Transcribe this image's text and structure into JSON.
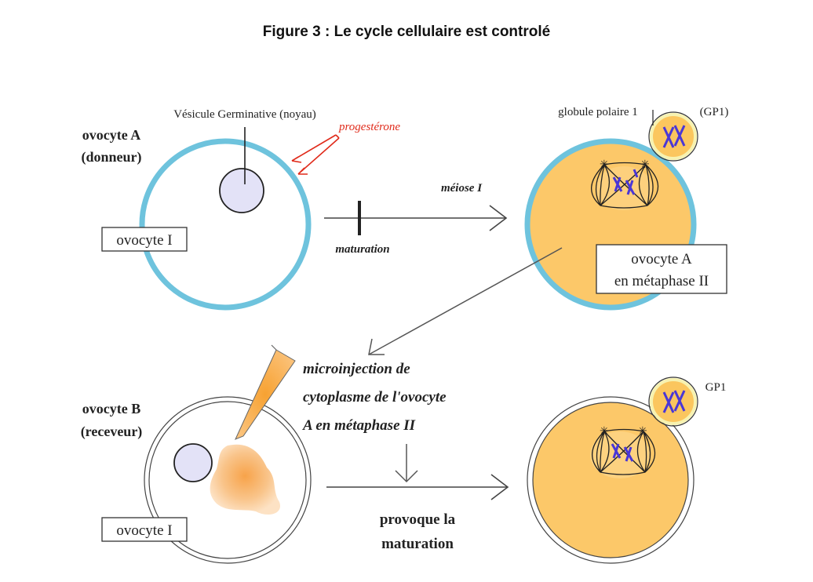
{
  "title": "Figure 3 : Le cycle cellulaire est controlé",
  "labels": {
    "vesicule": "Vésicule Germinative (noyau)",
    "progesterone": "progestérone",
    "ovocyte_a_line1": "ovocyte A",
    "ovocyte_a_line2": "(donneur)",
    "ovocyte_i_top": "ovocyte I",
    "meiose": "méiose I",
    "maturation": "maturation",
    "globule_polaire": "globule polaire 1",
    "gp1_top": "(GP1)",
    "box_a_line1": "ovocyte A",
    "box_a_line2": "en métaphase II",
    "micro_line1": "microinjection de",
    "micro_line2": "cytoplasme de l'ovocyte",
    "micro_line3": "A en métaphase II",
    "ovocyte_b_line1": "ovocyte B",
    "ovocyte_b_line2": "(receveur)",
    "ovocyte_i_bottom": "ovocyte I",
    "provoque_line1": "provoque la",
    "provoque_line2": "maturation",
    "gp1_bottom": "GP1"
  },
  "colors": {
    "membrane_blue": "#6ec3dd",
    "cytoplasm_orange": "#fcc869",
    "nucleus_fill": "#e3e2f7",
    "chromosome_purple": "#4a37d6",
    "hormone_red": "#e02a1a",
    "polar_body_fill": "#fbc65e",
    "polar_body_ring": "#f7f2b0"
  }
}
